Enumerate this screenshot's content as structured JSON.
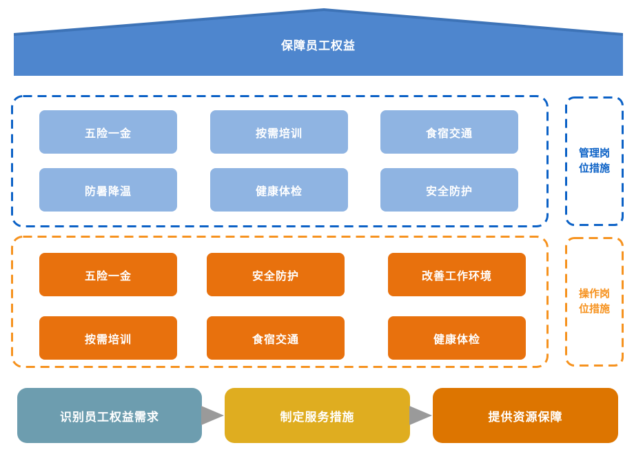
{
  "banner": {
    "title": "保障员工权益"
  },
  "management": {
    "label": "管理岗位措施",
    "items": [
      "五险一金",
      "按需培训",
      "食宿交通",
      "防暑降温",
      "健康体检",
      "安全防护"
    ]
  },
  "operation": {
    "label": "操作岗位措施",
    "items": [
      "五险一金",
      "安全防护",
      "改善工作环境",
      "按需培训",
      "食宿交通",
      "健康体检"
    ]
  },
  "flow": {
    "steps": [
      "识别员工权益需求",
      "制定服务措施",
      "提供资源保障"
    ]
  },
  "colors": {
    "roof_blue": "#4E86CE",
    "roof_ridge": "#3D73B7",
    "light_blue_box": "#8FB4E2",
    "blue_dash": "#0B61C6",
    "orange_box": "#E8710D",
    "orange_dash": "#F6921E",
    "flow_teal": "#6D9DAF",
    "flow_gold": "#DFAD20",
    "flow_orange": "#DD7500",
    "arrow_gray": "#9A9A9A"
  }
}
